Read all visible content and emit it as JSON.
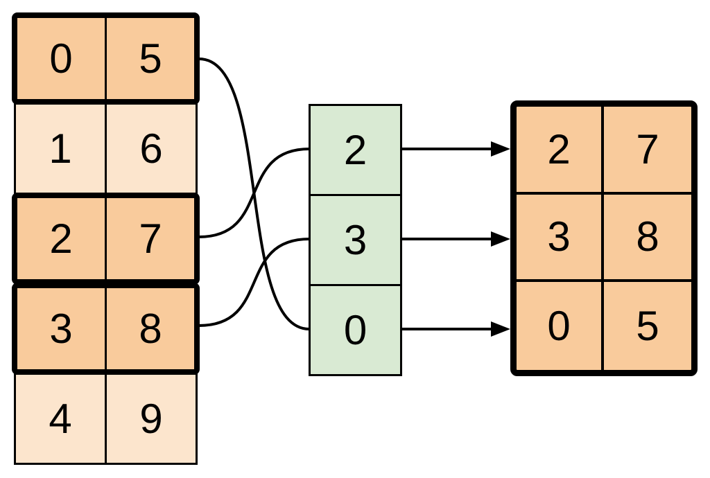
{
  "diagram": {
    "source_table": {
      "rows": [
        {
          "cells": [
            "0",
            "5"
          ],
          "highlighted": true
        },
        {
          "cells": [
            "1",
            "6"
          ],
          "highlighted": false
        },
        {
          "cells": [
            "2",
            "7"
          ],
          "highlighted": true
        },
        {
          "cells": [
            "3",
            "8"
          ],
          "highlighted": true
        },
        {
          "cells": [
            "4",
            "9"
          ],
          "highlighted": false
        }
      ]
    },
    "index_column": {
      "cells": [
        "2",
        "3",
        "0"
      ]
    },
    "output_table": {
      "rows": [
        {
          "cells": [
            "2",
            "7"
          ]
        },
        {
          "cells": [
            "3",
            "8"
          ]
        },
        {
          "cells": [
            "0",
            "5"
          ]
        }
      ]
    },
    "connections": {
      "curves": [
        {
          "from": "source-row-0",
          "to": "index-cell-value-0"
        },
        {
          "from": "source-row-2",
          "to": "index-cell-value-2"
        },
        {
          "from": "source-row-3",
          "to": "index-cell-value-3"
        }
      ],
      "arrows": [
        {
          "from": "index-cell-value-2",
          "to": "output-row-0"
        },
        {
          "from": "index-cell-value-3",
          "to": "output-row-1"
        },
        {
          "from": "index-cell-value-0",
          "to": "output-row-2"
        }
      ]
    },
    "colors": {
      "highlight_fill": "#F9CB9C",
      "muted_fill": "#FCE5CD",
      "index_fill": "#D9EAD3",
      "stroke": "#000000",
      "background": "#FFFFFF"
    }
  }
}
